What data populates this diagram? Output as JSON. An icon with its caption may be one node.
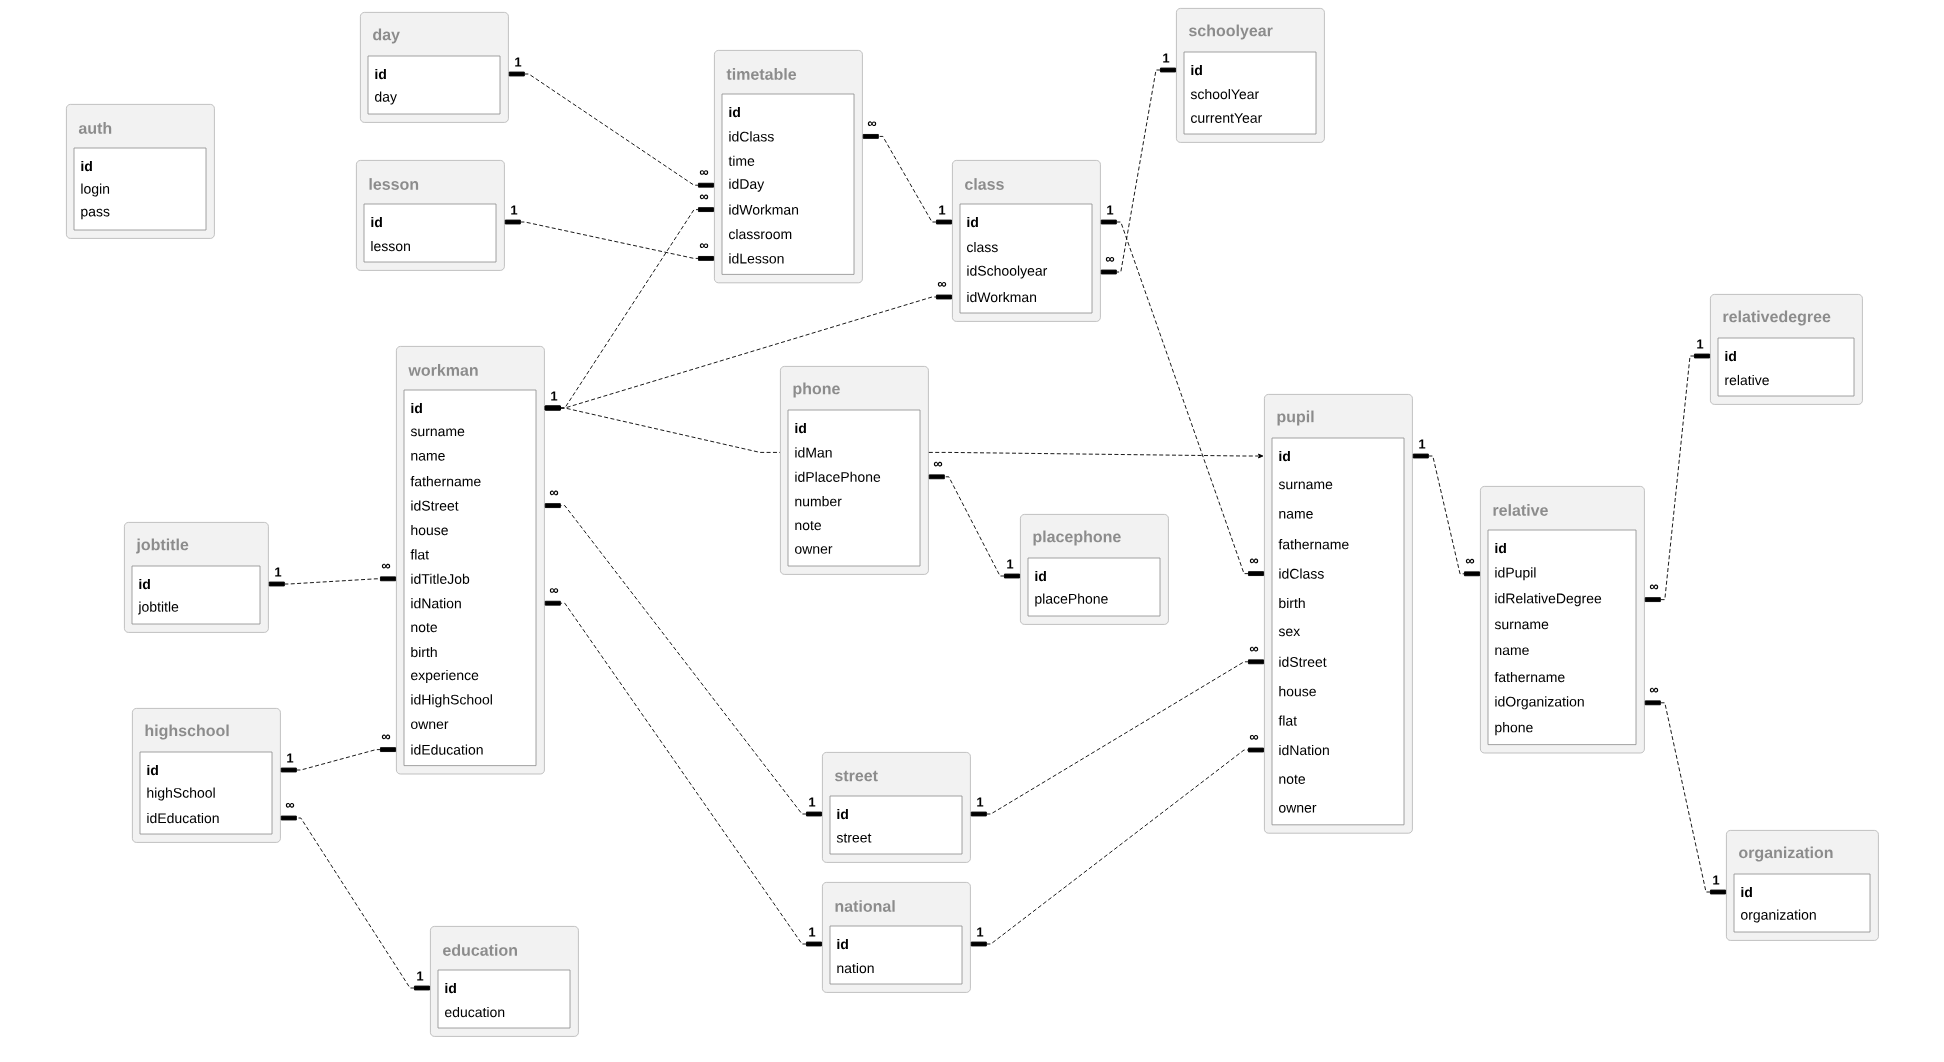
{
  "diagram": {
    "nodes": [
      {
        "text": [
          "auth",
          "id",
          "login",
          "pass"
        ]
      },
      {
        "text": [
          "day",
          "id",
          "day"
        ]
      },
      {
        "text": [
          "lesson",
          "id",
          "lesson"
        ]
      },
      {
        "text": [
          "timetable",
          "id",
          "idClass",
          "time",
          "idDay",
          "idWorkman",
          "classroom",
          "idLesson"
        ]
      },
      {
        "text": [
          "class",
          "id",
          "class",
          "idSchoolyear",
          "idWorkman"
        ]
      },
      {
        "text": [
          "schoolyear",
          "id",
          "schoolYear",
          "currentYear"
        ]
      },
      {
        "text": [
          "workman",
          "id",
          "surname",
          "name",
          "fathername",
          "idStreet",
          "house",
          "flat",
          "idTitleJob",
          "idNation",
          "note",
          "birth",
          "experience",
          "idHighSchool",
          "owner",
          "idEducation"
        ]
      },
      {
        "text": [
          "jobtitle",
          "id",
          "jobtitle"
        ]
      },
      {
        "text": [
          "highschool",
          "id",
          "highSchool",
          "idEducation"
        ]
      },
      {
        "text": [
          "education",
          "id",
          "education"
        ]
      },
      {
        "text": [
          "phone",
          "id",
          "idMan",
          "idPlacePhone",
          "number",
          "note",
          "owner"
        ]
      },
      {
        "text": [
          "placephone",
          "id",
          "placePhone"
        ]
      },
      {
        "text": [
          "street",
          "id",
          "street"
        ]
      },
      {
        "text": [
          "national",
          "id",
          "nation"
        ]
      },
      {
        "text": [
          "pupil",
          "id",
          "surname",
          "name",
          "fathername",
          "idClass",
          "birth",
          "sex",
          "idStreet",
          "house",
          "flat",
          "idNation",
          "note",
          "owner"
        ]
      },
      {
        "text": [
          "relative",
          "id",
          "idPupil",
          "idRelativeDegree",
          "surname",
          "name",
          "fathername",
          "idOrganization",
          "phone"
        ]
      },
      {
        "text": [
          "relativedegree",
          "id",
          "relative"
        ]
      },
      {
        "text": [
          "organization",
          "id",
          "organization"
        ]
      }
    ],
    "edges": [
      {
        "from": 1,
        "to": 3,
        "arrow": "other"
      },
      {
        "from": 2,
        "to": 3,
        "arrow": "other"
      },
      {
        "from": 6,
        "to": 3,
        "arrow": "other"
      },
      {
        "from": 6,
        "to": 4,
        "arrow": "other"
      },
      {
        "from": 6,
        "to": 10,
        "arrow": "other"
      },
      {
        "from": 10,
        "to": 14,
        "arrow": "to"
      },
      {
        "from": 4,
        "to": 3,
        "arrow": "other"
      },
      {
        "from": 5,
        "to": 4,
        "arrow": "other"
      },
      {
        "from": 4,
        "to": 14,
        "arrow": "other"
      },
      {
        "from": 12,
        "to": 6,
        "arrow": "other"
      },
      {
        "from": 13,
        "to": 6,
        "arrow": "other"
      },
      {
        "from": 7,
        "to": 6,
        "arrow": "other"
      },
      {
        "from": 8,
        "to": 6,
        "arrow": "other"
      },
      {
        "from": 9,
        "to": 8,
        "arrow": "other"
      },
      {
        "from": 11,
        "to": 10,
        "arrow": "other"
      },
      {
        "from": 12,
        "to": 14,
        "arrow": "other"
      },
      {
        "from": 13,
        "to": 14,
        "arrow": "other"
      },
      {
        "from": 14,
        "to": 15,
        "arrow": "other"
      },
      {
        "from": 16,
        "to": 15,
        "arrow": "other"
      },
      {
        "from": 17,
        "to": 15,
        "arrow": "other"
      }
    ],
    "labels": [
      "1",
      "∞",
      "1",
      "∞",
      "1",
      "∞",
      "∞",
      "1",
      "∞",
      "1",
      "∞",
      "1",
      "∞",
      "1",
      "∞",
      "1",
      "∞",
      "1",
      "∞",
      "1",
      "∞",
      "1",
      "∞",
      "1",
      "∞",
      "1",
      "∞",
      "1",
      "∞",
      "1",
      "∞",
      "1",
      "∞",
      "1",
      "∞"
    ]
  }
}
